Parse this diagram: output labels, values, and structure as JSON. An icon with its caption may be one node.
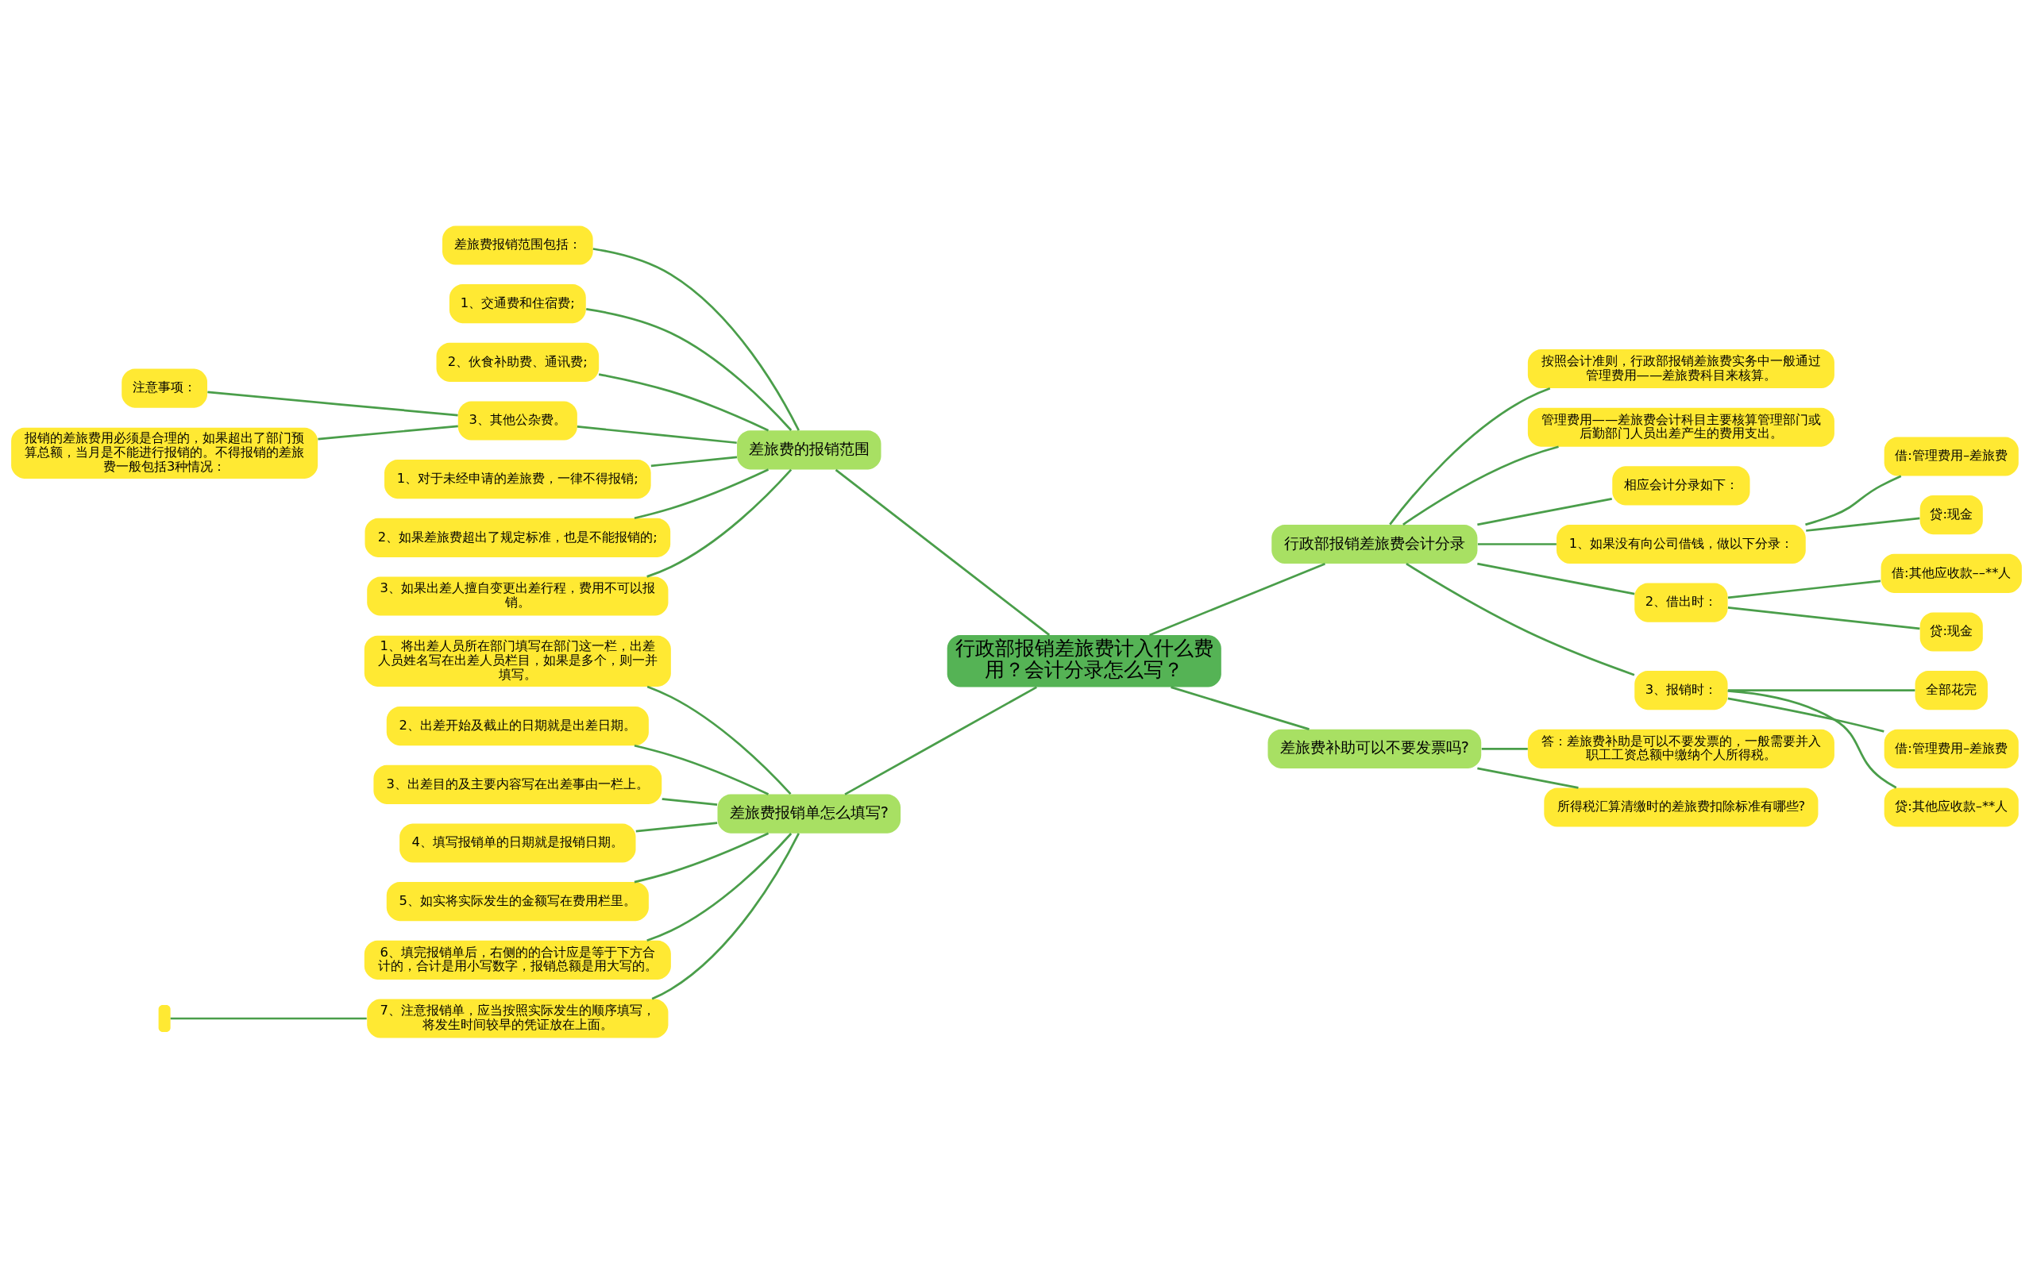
{
  "diagram": {
    "nodes": [
      {
        "text": [
          "行政部报销差旅费计入什么费用？会计分录怎么写？"
        ]
      },
      {
        "text": [
          "差旅费的报销范围"
        ]
      },
      {
        "text": [
          "差旅费报销范围包括："
        ]
      },
      {
        "text": [
          "1、交通费和住宿费;"
        ]
      },
      {
        "text": [
          "2、伙食补助费、通讯费;"
        ]
      },
      {
        "text": [
          "3、其他公杂费。"
        ]
      },
      {
        "text": [
          "注意事项："
        ]
      },
      {
        "text": [
          "报销的差旅费用必须是合理的，如果超出了部门预算总额，当月是不能进行报销的。不得报销的差旅费一般包括3种情况："
        ]
      },
      {
        "text": [
          "1、对于未经申请的差旅费，一律不得报销;"
        ]
      },
      {
        "text": [
          "2、如果差旅费超出了规定标准，也是不能报销的;"
        ]
      },
      {
        "text": [
          "3、如果出差人擅自变更出差行程，费用不可以报销。"
        ]
      },
      {
        "text": [
          "差旅费报销单怎么填写?"
        ]
      },
      {
        "text": [
          "1、将出差人员所在部门填写在部门这一栏，出差人员姓名写在出差人员栏目，如果是多个，则一并填写。"
        ]
      },
      {
        "text": [
          "2、出差开始及截止的日期就是出差日期。"
        ]
      },
      {
        "text": [
          "3、出差目的及主要内容写在出差事由一栏上。"
        ]
      },
      {
        "text": [
          "4、填写报销单的日期就是报销日期。"
        ]
      },
      {
        "text": [
          "5、如实将实际发生的金额写在费用栏里。"
        ]
      },
      {
        "text": [
          "6、填完报销单后，右侧的的合计应是等于下方合计的，合计是用小写数字，报销总额是用大写的。"
        ]
      },
      {
        "text": [
          "7、注意报销单，应当按照实际发生的顺序填写，将发生时间较早的凭证放在上面。"
        ]
      },
      {
        "text": [],
        "shape": "box"
      },
      {
        "text": [
          "行政部报销差旅费会计分录"
        ]
      },
      {
        "text": [
          "按照会计准则，行政部报销差旅费实务中一般通过管理费用——差旅费科目来核算。"
        ]
      },
      {
        "text": [
          "管理费用——差旅费会计科目主要核算管理部门或后勤部门人员出差产生的费用支出。"
        ]
      },
      {
        "text": [
          "相应会计分录如下："
        ]
      },
      {
        "text": [
          "1、如果没有向公司借钱，做以下分录："
        ]
      },
      {
        "text": [
          "借:管理费用–差旅费"
        ]
      },
      {
        "text": [
          "贷:现金"
        ]
      },
      {
        "text": [
          "2、借出时："
        ]
      },
      {
        "text": [
          "借:其他应收款––**人"
        ]
      },
      {
        "text": [
          "贷:现金"
        ]
      },
      {
        "text": [
          "3、报销时："
        ]
      },
      {
        "text": [
          "全部花完"
        ]
      },
      {
        "text": [
          "借:管理费用–差旅费"
        ]
      },
      {
        "text": [
          "贷:其他应收款–**人"
        ]
      },
      {
        "text": [
          "差旅费补助可以不要发票吗?"
        ]
      },
      {
        "text": [
          "答：差旅费补助是可以不要发票的，一般需要并入职工工资总额中缴纳个人所得税。"
        ]
      },
      {
        "text": [
          "所得税汇算清缴时的差旅费扣除标准有哪些?"
        ]
      }
    ],
    "edges": [
      {
        "from": 0,
        "to": 1,
        "arrow": "none"
      },
      {
        "from": 1,
        "to": 2,
        "arrow": "none"
      },
      {
        "from": 1,
        "to": 3,
        "arrow": "none"
      },
      {
        "from": 1,
        "to": 4,
        "arrow": "none"
      },
      {
        "from": 1,
        "to": 5,
        "arrow": "none"
      },
      {
        "from": 5,
        "to": 6,
        "arrow": "none"
      },
      {
        "from": 5,
        "to": 7,
        "arrow": "none"
      },
      {
        "from": 1,
        "to": 8,
        "arrow": "none"
      },
      {
        "from": 1,
        "to": 9,
        "arrow": "none"
      },
      {
        "from": 1,
        "to": 10,
        "arrow": "none"
      },
      {
        "from": 0,
        "to": 11,
        "arrow": "none"
      },
      {
        "from": 11,
        "to": 12,
        "arrow": "none"
      },
      {
        "from": 11,
        "to": 13,
        "arrow": "none"
      },
      {
        "from": 11,
        "to": 14,
        "arrow": "none"
      },
      {
        "from": 11,
        "to": 15,
        "arrow": "none"
      },
      {
        "from": 11,
        "to": 16,
        "arrow": "none"
      },
      {
        "from": 11,
        "to": 17,
        "arrow": "none"
      },
      {
        "from": 11,
        "to": 18,
        "arrow": "none"
      },
      {
        "from": 18,
        "to": 19,
        "arrow": "none"
      },
      {
        "from": 0,
        "to": 20,
        "arrow": "none"
      },
      {
        "from": 20,
        "to": 21,
        "arrow": "none"
      },
      {
        "from": 20,
        "to": 22,
        "arrow": "none"
      },
      {
        "from": 20,
        "to": 23,
        "arrow": "none"
      },
      {
        "from": 20,
        "to": 24,
        "arrow": "none"
      },
      {
        "from": 24,
        "to": 25,
        "arrow": "none"
      },
      {
        "from": 24,
        "to": 26,
        "arrow": "none"
      },
      {
        "from": 20,
        "to": 27,
        "arrow": "none"
      },
      {
        "from": 27,
        "to": 28,
        "arrow": "none"
      },
      {
        "from": 27,
        "to": 29,
        "arrow": "none"
      },
      {
        "from": 20,
        "to": 30,
        "arrow": "none"
      },
      {
        "from": 30,
        "to": 31,
        "arrow": "none"
      },
      {
        "from": 30,
        "to": 32,
        "arrow": "none"
      },
      {
        "from": 30,
        "to": 33,
        "arrow": "none"
      },
      {
        "from": 0,
        "to": 34,
        "arrow": "none"
      },
      {
        "from": 34,
        "to": 35,
        "arrow": "none"
      },
      {
        "from": 34,
        "to": 36,
        "arrow": "none"
      }
    ]
  }
}
